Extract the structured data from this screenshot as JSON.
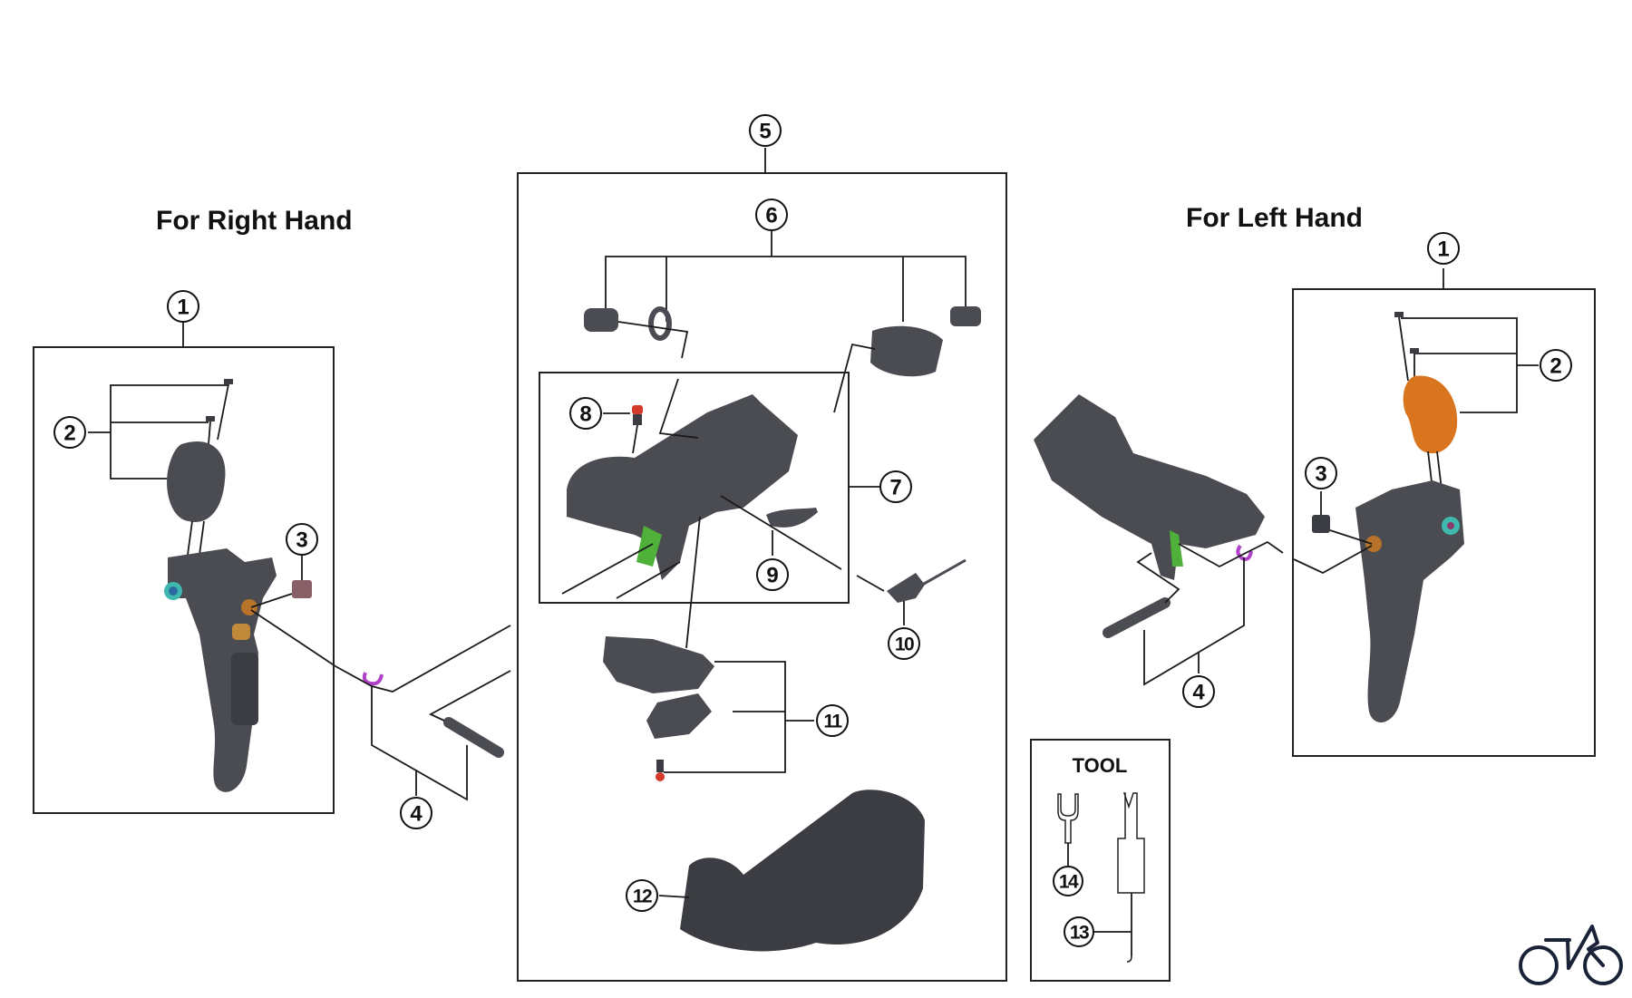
{
  "diagram": {
    "headings": {
      "right_hand": "For Right Hand",
      "left_hand": "For Left Hand",
      "tool": "TOOL"
    },
    "callouts": {
      "r1": "1",
      "r2": "2",
      "r3": "3",
      "r4": "4",
      "c5": "5",
      "c6": "6",
      "c7": "7",
      "c8": "8",
      "c9": "9",
      "c10": "10",
      "c11": "11",
      "c12": "12",
      "l1": "1",
      "l2": "2",
      "l3": "3",
      "l4": "4",
      "t13": "13",
      "t14": "14"
    },
    "parts": [
      {
        "ref": "1",
        "name": "lever-assembly"
      },
      {
        "ref": "2",
        "name": "lever-cover-with-screws"
      },
      {
        "ref": "3",
        "name": "small-cap"
      },
      {
        "ref": "4",
        "name": "pin-and-clip"
      },
      {
        "ref": "5",
        "name": "bracket-unit"
      },
      {
        "ref": "6",
        "name": "band-and-bolt-set"
      },
      {
        "ref": "7",
        "name": "bracket-body"
      },
      {
        "ref": "8",
        "name": "bracket-screw"
      },
      {
        "ref": "9",
        "name": "lever-spring-part"
      },
      {
        "ref": "10",
        "name": "lever-part-with-spring"
      },
      {
        "ref": "11",
        "name": "bracket-cover-set"
      },
      {
        "ref": "12",
        "name": "bracket-cover"
      },
      {
        "ref": "13",
        "name": "tool-driver"
      },
      {
        "ref": "14",
        "name": "tool-fork"
      }
    ],
    "colors": {
      "part_gray": "#4a4c52",
      "cover_orange": "#d9741f",
      "accent_teal": "#3fb8b0",
      "accent_green": "#4fb03a",
      "clip_purple": "#b040c8",
      "screw_red": "#d33a2a",
      "cap_mauve": "#8a6068",
      "brass": "#c08a3a",
      "logo_navy": "#1a2238"
    },
    "logo": "bicycle-logo"
  }
}
